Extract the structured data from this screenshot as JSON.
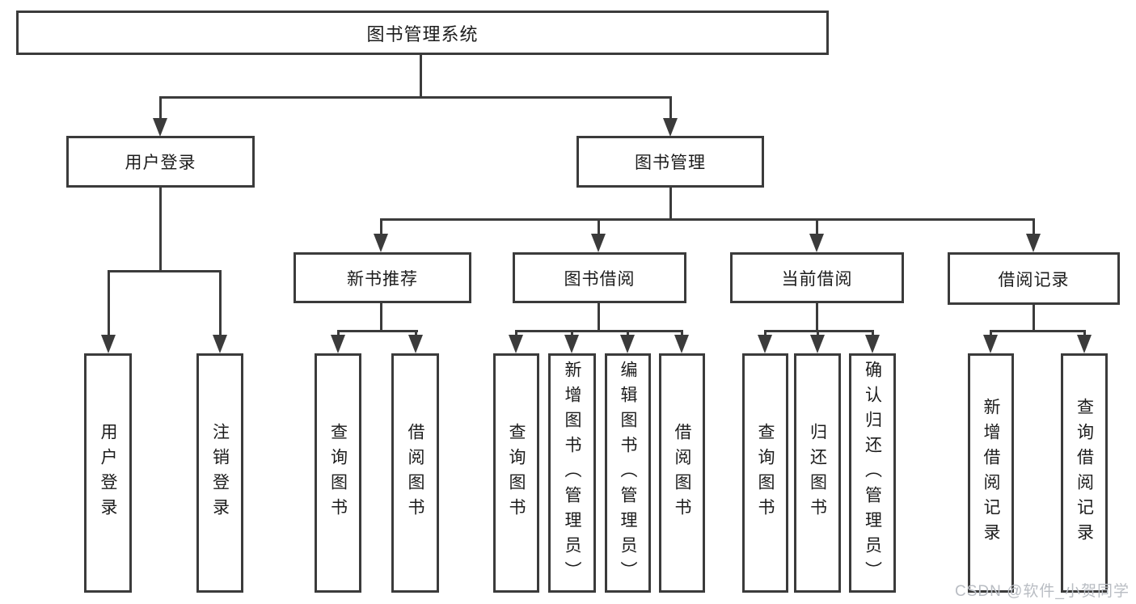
{
  "tree": {
    "root": {
      "label": "图书管理系统"
    },
    "branches": [
      {
        "label": "用户登录",
        "children": [
          {
            "label": "用户登录"
          },
          {
            "label": "注销登录"
          }
        ]
      },
      {
        "label": "图书管理",
        "children": [
          {
            "label": "新书推荐",
            "children": [
              {
                "label": "查询图书"
              },
              {
                "label": "借阅图书"
              }
            ]
          },
          {
            "label": "图书借阅",
            "children": [
              {
                "label": "查询图书"
              },
              {
                "label": "新增图书（管理员）"
              },
              {
                "label": "编辑图书（管理员）"
              },
              {
                "label": "借阅图书"
              }
            ]
          },
          {
            "label": "当前借阅",
            "children": [
              {
                "label": "查询图书"
              },
              {
                "label": "归还图书"
              },
              {
                "label": "确认归还（管理员）"
              }
            ]
          },
          {
            "label": "借阅记录",
            "children": [
              {
                "label": "新增借阅记录"
              },
              {
                "label": "查询借阅记录"
              }
            ]
          }
        ]
      }
    ]
  },
  "watermark": {
    "text": "CSDN @软件_小贺同学"
  },
  "colors": {
    "line": "#3b3b3b",
    "text": "#1c1c1c",
    "background": "#ffffff",
    "watermark": "#b9bdc3"
  }
}
